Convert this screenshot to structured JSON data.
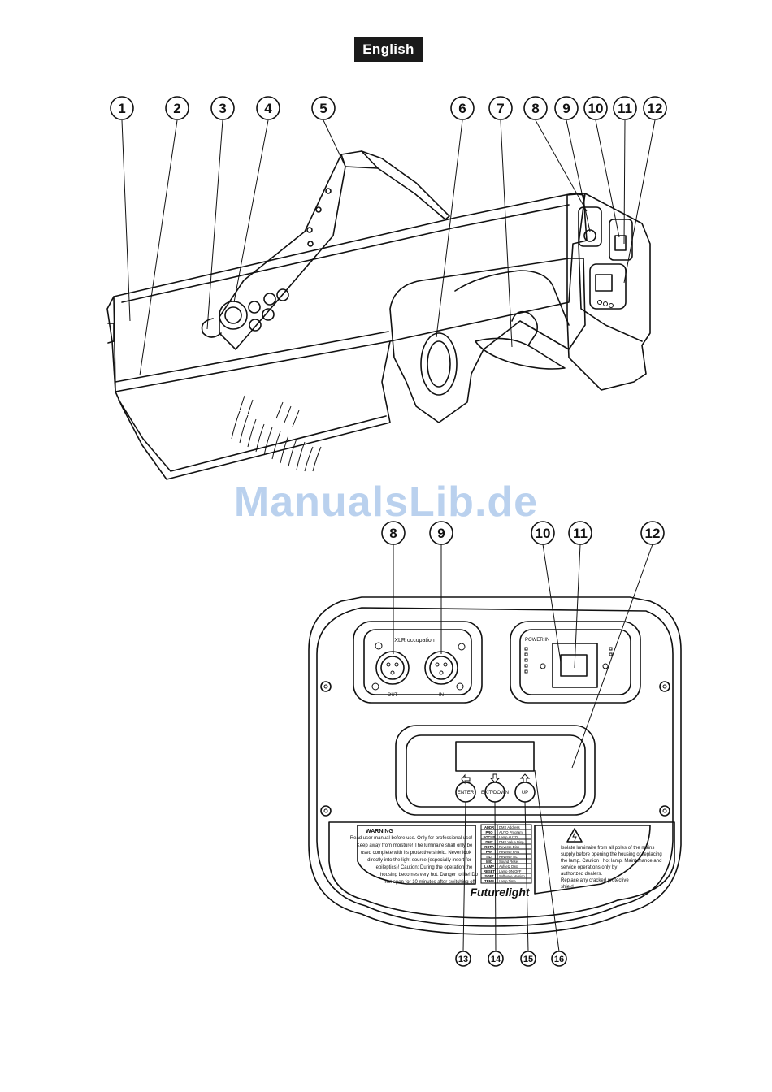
{
  "language_label": "English",
  "watermark": "ManualsLib.de",
  "top_callouts": [
    "1",
    "2",
    "3",
    "4",
    "5",
    "6",
    "7",
    "8",
    "9",
    "10",
    "11",
    "12"
  ],
  "rear_callouts_top": [
    "8",
    "9",
    "10",
    "11",
    "12"
  ],
  "rear_callouts_bottom": [
    "13",
    "14",
    "15",
    "16"
  ],
  "rear_panel": {
    "xlr_title": "XLR occupation",
    "out_label": "OUT",
    "in_label": "IN",
    "power_label": "POWER IN",
    "buttons": [
      "ENTER",
      "EXIT/DOWN",
      "UP"
    ],
    "warning_title": "WARNING",
    "warning_text": [
      "Read user manual before use. Only for professional use!",
      "Keep away from moisture! The luminaire shall only be",
      "used complete with its protective shield. Never look",
      "directly into the light source (especially insert for",
      "epileptics)! Caution: During the operation the",
      "housing becomes very hot. Danger to life! Do",
      "not open for 10 minutes after switching off!"
    ],
    "menu_codes": [
      "ADDR",
      "PRO",
      "FOCUS",
      "DMX",
      "ROTA",
      "PAN",
      "TILT",
      "MIC",
      "LAMP",
      "RESET",
      "SOFT",
      "TEMP"
    ],
    "menu_items": [
      "DMX Address",
      "AUTO Program",
      "Lamp AUTO",
      "DMX Value Disp",
      "Reverse Disp",
      "Reverse PAN",
      "Reverse TILT",
      "Sound Reset",
      "Aufsetz Dato",
      "Lamp ON/OFF",
      "Software Version",
      "Lamp Time"
    ],
    "brand": "Futurelight",
    "caution_text": [
      "Isolate luminaire from all poles of the mains",
      "supply before opening the housing or replacing",
      "the lamp. Caution : hot lamp. Maintenance and",
      "service operations only by",
      "authorized dealers.",
      "Replace any cracked protective",
      "shield."
    ]
  }
}
